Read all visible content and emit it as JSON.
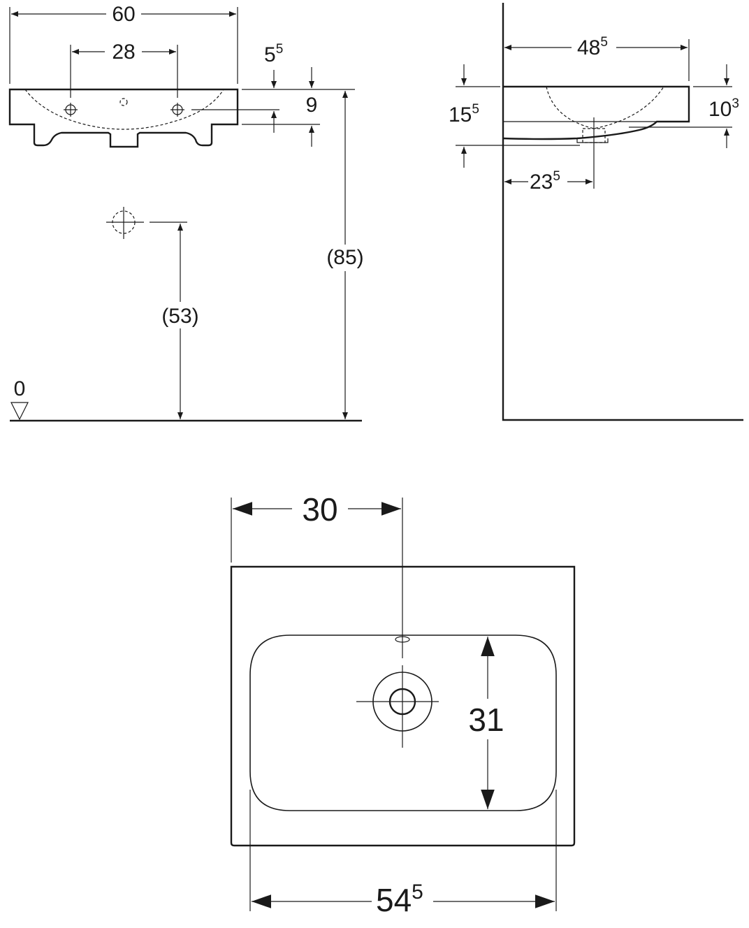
{
  "front_view": {
    "width_total": "60",
    "tap_spacing": "28",
    "rim_offset": "5",
    "rim_offset_sup": "5",
    "rim_thickness": "9",
    "height_to_rim": "(85)",
    "outlet_height": "(53)",
    "floor_level": "0"
  },
  "side_view": {
    "depth": "48",
    "depth_sup": "5",
    "front_height": "15",
    "front_height_sup": "5",
    "rear_height": "10",
    "rear_height_sup": "3",
    "waste_distance": "23",
    "waste_distance_sup": "5"
  },
  "top_view": {
    "waste_offset": "30",
    "bowl_depth": "31",
    "bowl_width": "54",
    "bowl_width_sup": "5"
  }
}
